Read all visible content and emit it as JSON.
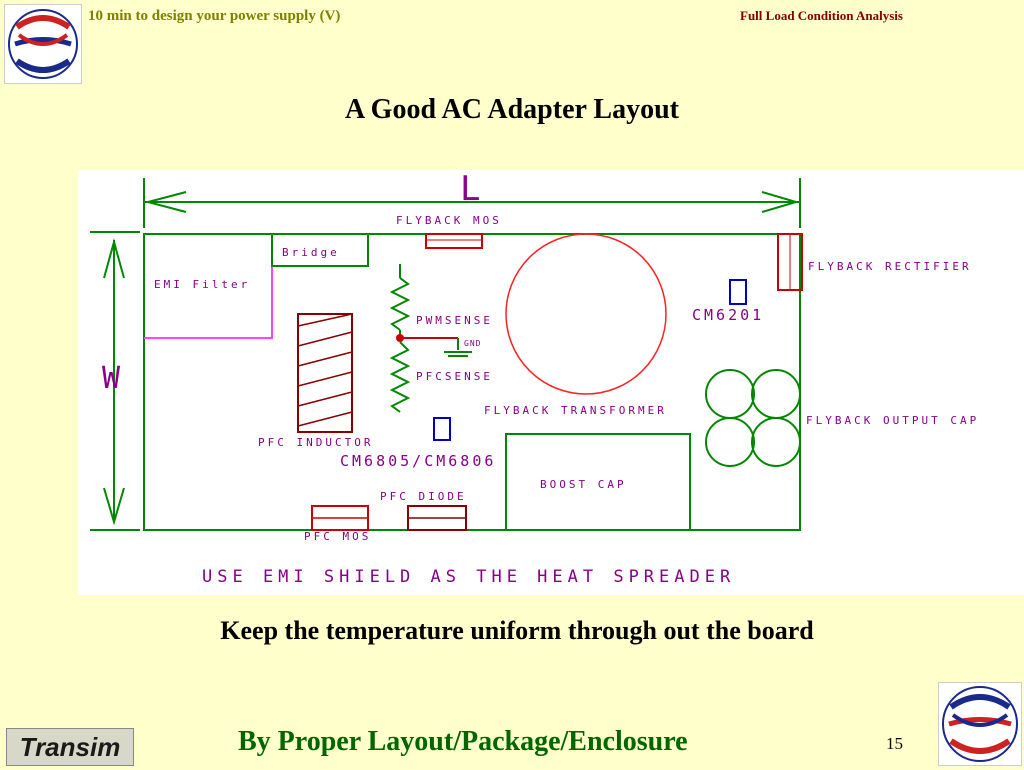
{
  "header": {
    "left_title": "10 min to design your power supply (V)",
    "right_title": "Full Load Condition Analysis"
  },
  "slide": {
    "title": "A Good AC Adapter Layout",
    "caption": "Keep the temperature uniform through out the board",
    "footer": "By Proper Layout/Package/Enclosure",
    "page_number": "15"
  },
  "logos": {
    "transim": "Transim"
  },
  "diagram": {
    "dimension_length": "L",
    "dimension_width": "W",
    "labels": {
      "flyback_mos": "FLYBACK MOS",
      "bridge": "Bridge",
      "emi_filter": "EMI Filter",
      "pwm_sense": "PWMSENSE",
      "gnd": "GND",
      "pfc_sense": "PFCSENSE",
      "flyback_transformer": "FLYBACK TRANSFORMER",
      "flyback_rectifier": "FLYBACK RECTIFIER",
      "cm6201": "CM6201",
      "flyback_output_cap": "FLYBACK OUTPUT CAP",
      "pfc_inductor": "PFC INDUCTOR",
      "cm6805": "CM6805/CM6806",
      "pfc_diode": "PFC DIODE",
      "boost_cap": "BOOST CAP",
      "pfc_mos": "PFC MOS",
      "emi_shield": "USE EMI SHIELD AS THE HEAT SPREADER"
    },
    "colors": {
      "outline": "#008800",
      "label": "#880088",
      "component": "#cc0000",
      "ic": "#0000cc",
      "slide_bg": "#ffffcc"
    }
  }
}
